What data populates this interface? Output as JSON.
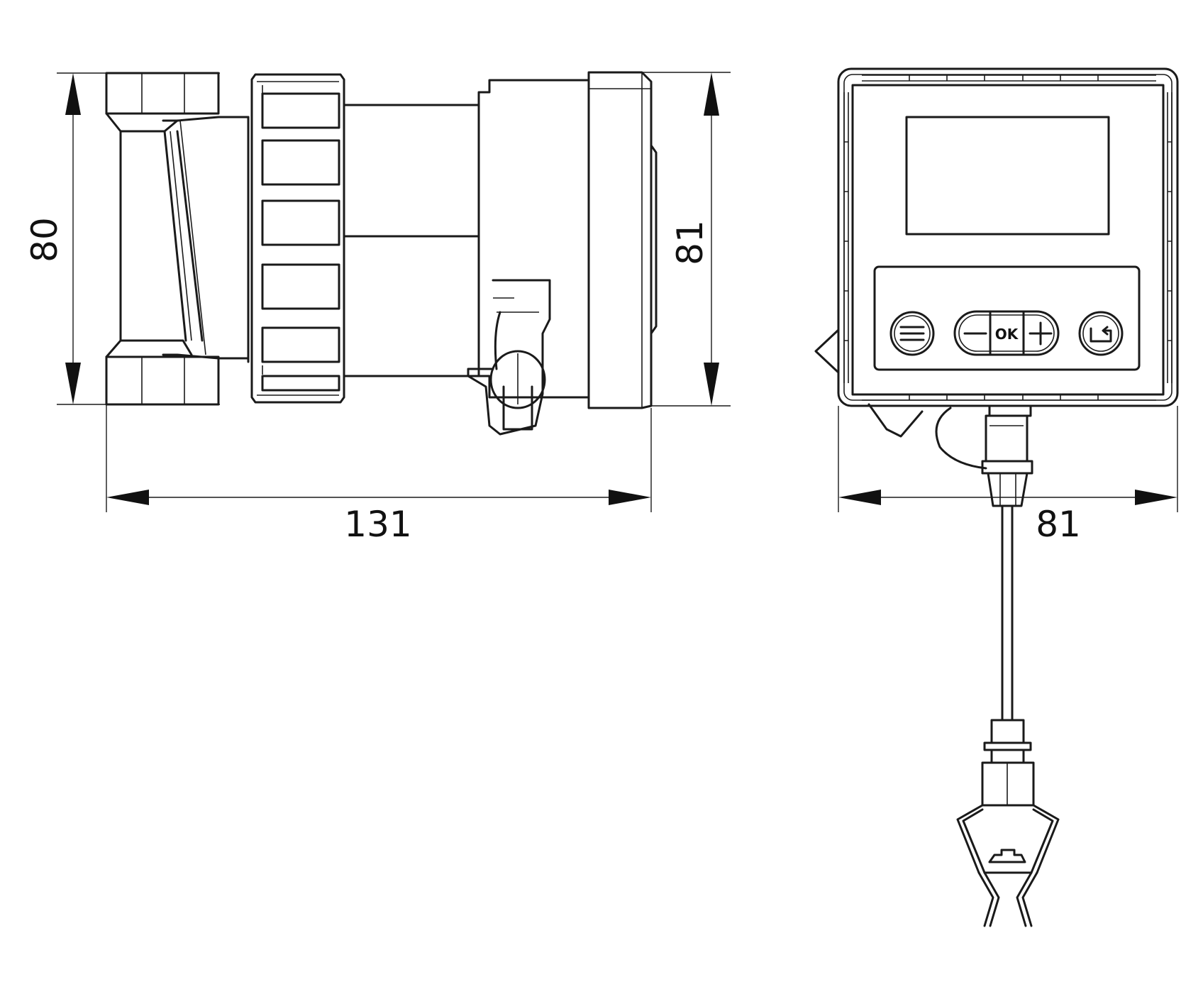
{
  "dimensions": {
    "left_height": "80",
    "right_height": "81",
    "total_length": "131",
    "front_width": "81"
  },
  "controls": {
    "ok_label": "OK"
  },
  "colors": {
    "line": "#1a1a1a",
    "background": "#ffffff"
  },
  "icons": {
    "menu": "menu-icon",
    "minus": "minus-icon",
    "plus": "plus-icon",
    "back": "back-arrow-icon"
  }
}
